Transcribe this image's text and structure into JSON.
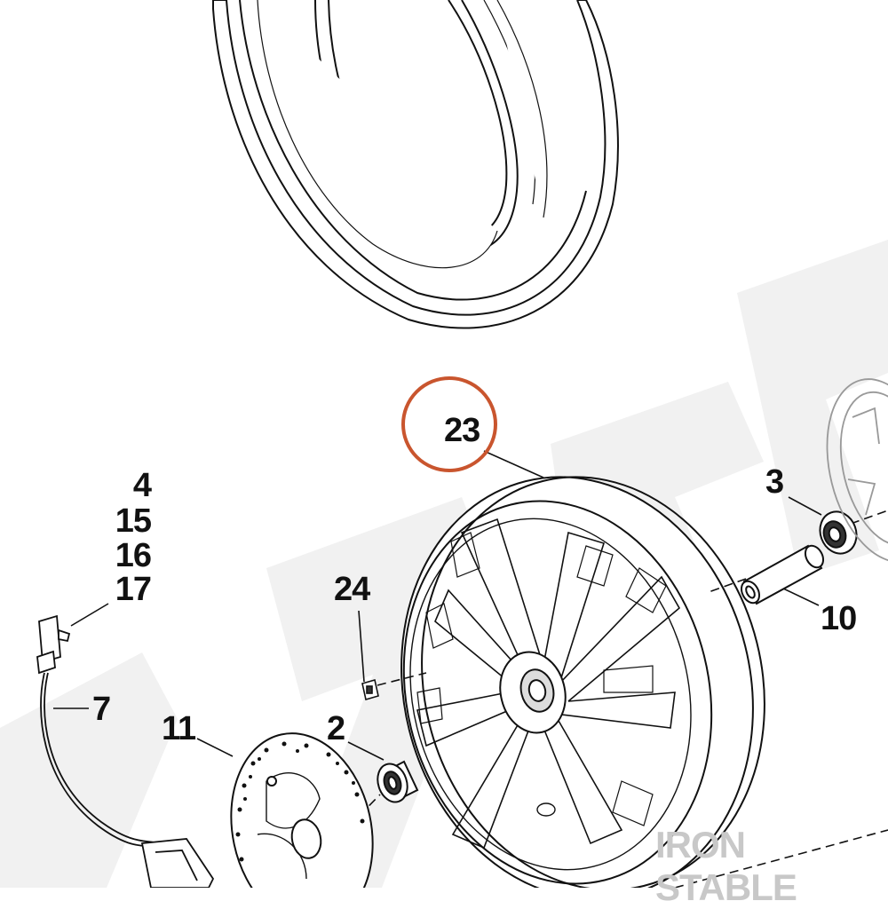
{
  "diagram": {
    "callouts": [
      {
        "id": "c23",
        "label": "23",
        "highlighted": true
      },
      {
        "id": "c3",
        "label": "3"
      },
      {
        "id": "c10",
        "label": "10"
      },
      {
        "id": "c4",
        "label": "4"
      },
      {
        "id": "c15",
        "label": "15"
      },
      {
        "id": "c16",
        "label": "16"
      },
      {
        "id": "c17",
        "label": "17"
      },
      {
        "id": "c24",
        "label": "24"
      },
      {
        "id": "c7",
        "label": "7"
      },
      {
        "id": "c11",
        "label": "11"
      },
      {
        "id": "c2",
        "label": "2"
      }
    ],
    "highlight_color": "#c9552e",
    "line_color": "#111111"
  },
  "watermark": {
    "text": "IRON STABLE",
    "color": "#c8c8c8"
  }
}
